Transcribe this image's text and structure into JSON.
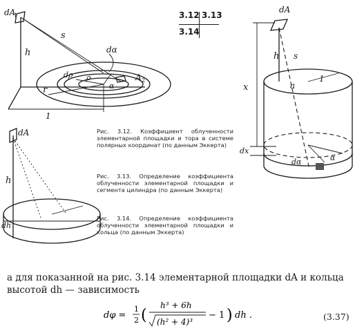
{
  "refs": {
    "top_left": "3.12",
    "top_right": "3.13",
    "bottom_left": "3.14"
  },
  "fig_312": {
    "label_dA1": "dA",
    "label_dA1_sub": "1",
    "label_h": "h",
    "label_s": "s",
    "label_dalpha": "dα",
    "label_drho": "dρ",
    "label_rho": "ρ",
    "label_alpha": "α",
    "label_A2": "A",
    "label_A2_sub": "2",
    "label_r": "r",
    "label_one": "1"
  },
  "fig_314": {
    "label_dA": "dA",
    "label_h": "h",
    "label_dh": "dh"
  },
  "fig_313": {
    "label_dA": "dA",
    "label_h": "h",
    "label_s": "s",
    "label_x": "x",
    "label_a": "a",
    "label_one": "1",
    "label_dx": "dx",
    "label_dalpha": "dα",
    "label_alpha": "α"
  },
  "captions": {
    "c312": "Рис. 3.12. Коэффициент облученности элементарной площадки и тора в системе полярных координат (по данным Эккерта)",
    "c313": "Рис. 3.13. Определение коэффициента облученности элементарной площадки и сегмента цилиндра (по данным Эккерта)",
    "c314": "Рис. 3.14. Определение коэффициента облученности элементарной площадки и кольца (по данным Эккерта)"
  },
  "body": {
    "text": "а для показанной на рис. 3.14 элементарной площадки dA и кольца высотой dh — зависимость"
  },
  "formula": {
    "lhs": "dφ =",
    "half_num": "1",
    "half_den": "2",
    "frac_num": "h³ + 6h",
    "frac_den": "(h² + 4)³",
    "minus_one": "− 1",
    "tail": "dh .",
    "number": "(3.37)"
  }
}
